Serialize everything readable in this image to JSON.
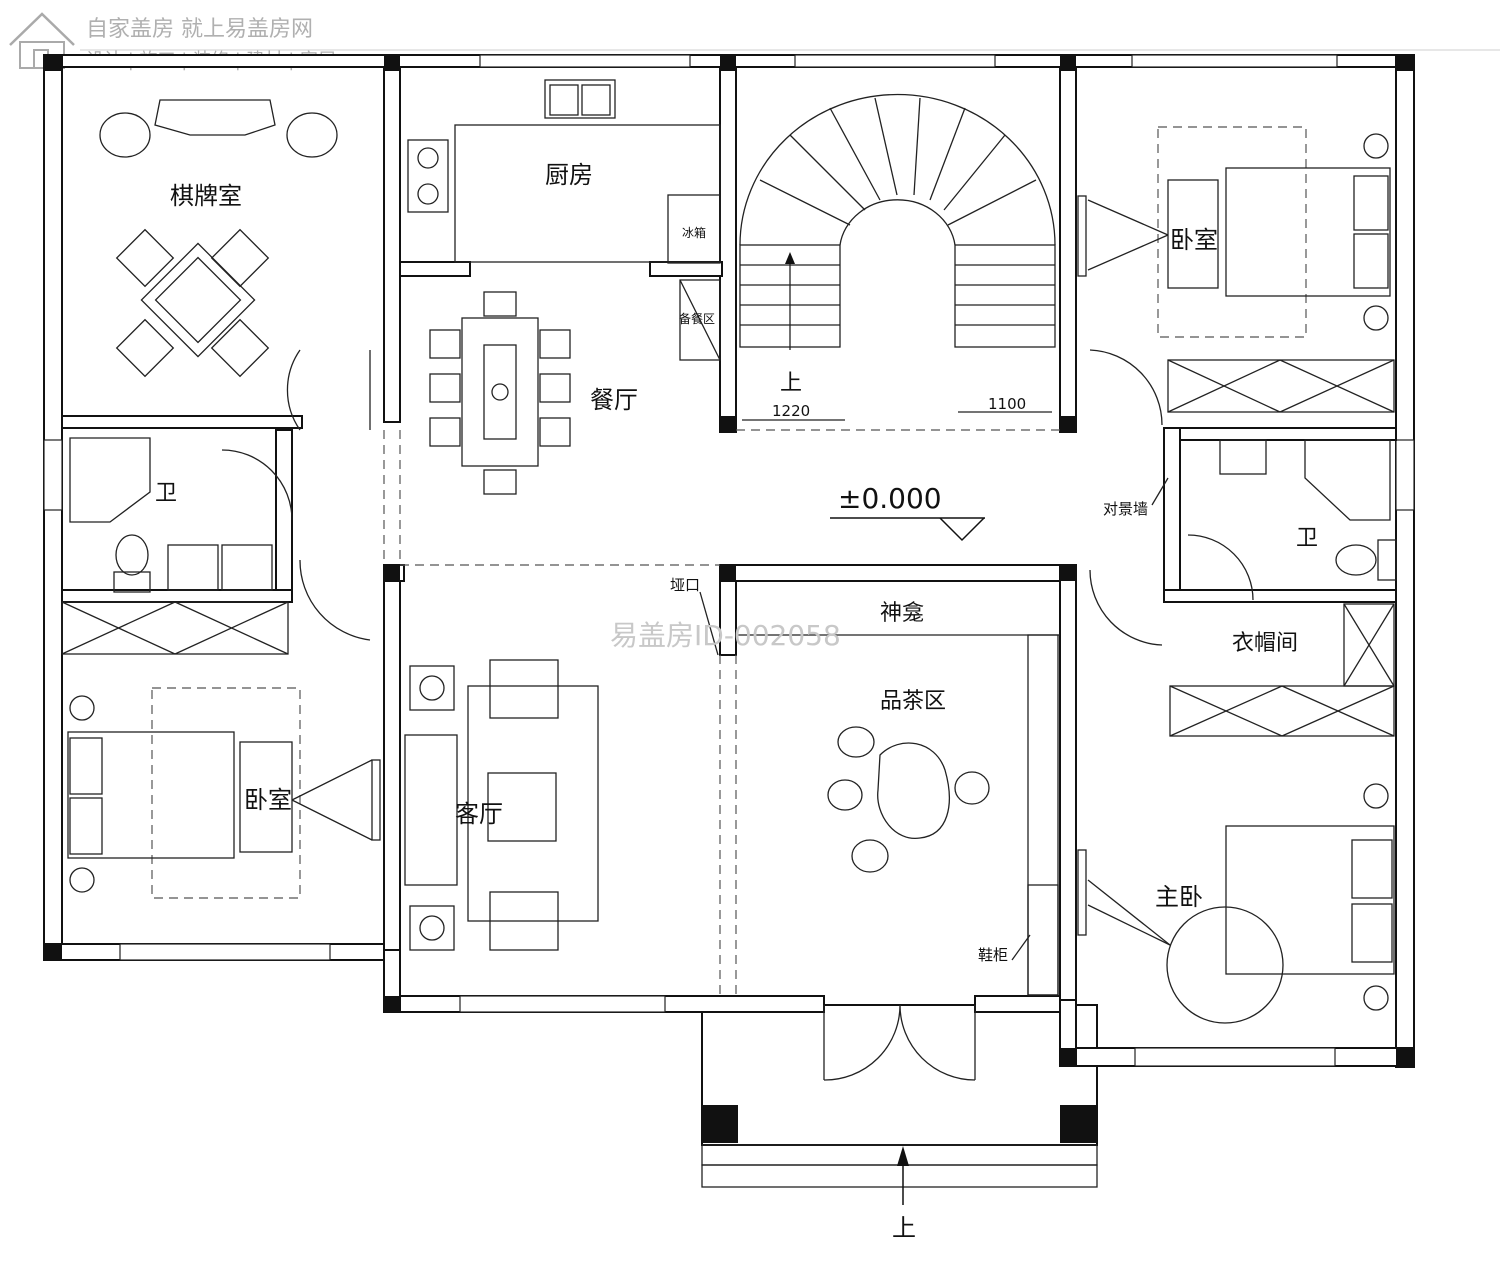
{
  "watermark": {
    "tagline": "自家盖房 就上易盖房网",
    "menu": "设计 | 施工 | 装修 | 建材 | 家居",
    "house_id": "易盖房ID-002058"
  },
  "rooms": {
    "chess_room": "棋牌室",
    "kitchen": "厨房",
    "fridge": "冰箱",
    "pantry": "备餐区",
    "dining": "餐厅",
    "bath_left": "卫",
    "bedroom_left": "卧室",
    "living": "客厅",
    "shrine": "神龛",
    "opening": "垭口",
    "tea_area": "品茶区",
    "shoe_cabinet": "鞋柜",
    "bedroom_right": "卧室",
    "bath_right": "卫",
    "screen_wall": "对景墙",
    "wardrobe": "衣帽间",
    "master_bedroom": "主卧"
  },
  "stairs": {
    "up_label": "上",
    "dim_1": "1220",
    "dim_2": "1100"
  },
  "level": "±0.000",
  "entrance_up": "上"
}
